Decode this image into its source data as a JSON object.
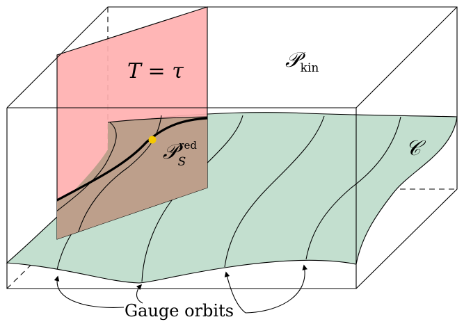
{
  "labels": {
    "hyperplane": "T = τ",
    "kinematic_space": "𝒫",
    "kinematic_space_sub": "kin",
    "constraint_surface": "𝒞",
    "reduced_space": "𝒫",
    "reduced_space_sub": "S",
    "reduced_space_sup": "red",
    "gauge_orbits": "Gauge orbits"
  },
  "colors": {
    "hyperplane_fill": "#ffb0b0",
    "constraint_surface_fill": "#c3dfcf",
    "overlap_fill": "#bd9f8b",
    "reduced_point": "#f5c800"
  }
}
